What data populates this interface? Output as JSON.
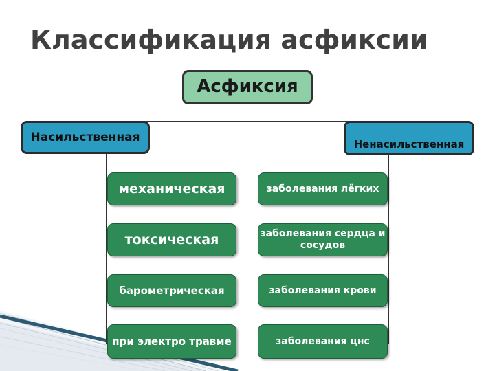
{
  "title": "Классификация асфиксии",
  "root": "Асфиксия",
  "categories": [
    {
      "label": "Насильственная",
      "items": [
        "механическая",
        "токсическая",
        "барометрическая",
        "при электро травме"
      ]
    },
    {
      "label": "Ненасильственная",
      "items": [
        "заболевания лёгких",
        "заболевания сердца и сосудов",
        "заболевания крови",
        "заболевания цнс"
      ]
    }
  ],
  "colors": {
    "root_fill": "#8fcfa7",
    "category_fill": "#2a9cc2",
    "item_fill": "#2f8b56",
    "title_text": "#404040"
  }
}
